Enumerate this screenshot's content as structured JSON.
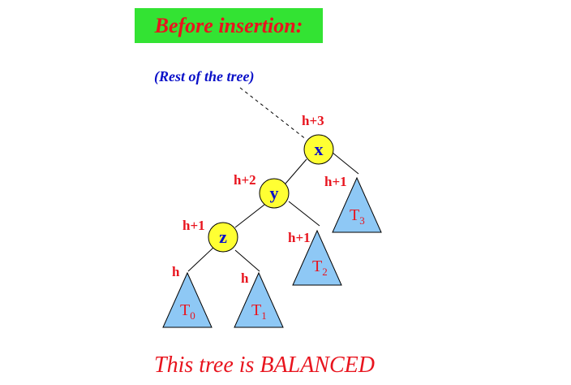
{
  "title": "Before insertion:",
  "rest_of_tree": "(Rest of the tree)",
  "caption": "This tree is BALANCED",
  "nodes": {
    "x": {
      "label": "x",
      "height": "h+3"
    },
    "y": {
      "label": "y",
      "height": "h+2"
    },
    "z": {
      "label": "z",
      "height": "h+1"
    }
  },
  "subtrees": {
    "t0": {
      "label": "T",
      "sub": "0",
      "height": "h"
    },
    "t1": {
      "label": "T",
      "sub": "1",
      "height": "h"
    },
    "t2": {
      "label": "T",
      "sub": "2",
      "height": "h+1"
    },
    "t3": {
      "label": "T",
      "sub": "3",
      "height": "h+1"
    }
  },
  "colors": {
    "title_bg": "#33e333",
    "node_fill": "#ffff33",
    "subtree_fill": "#8ec8f5",
    "red": "#e8141e",
    "blue": "#0a10c8"
  }
}
